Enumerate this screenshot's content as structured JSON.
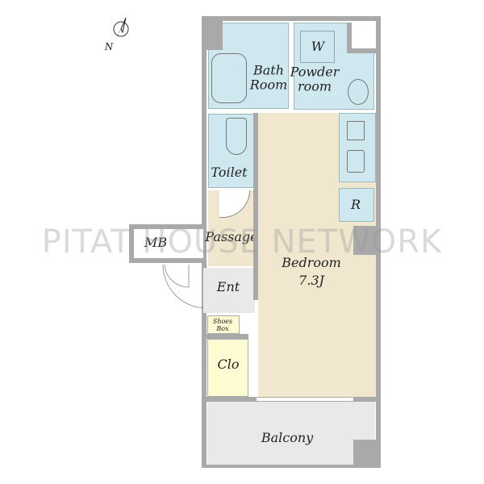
{
  "compass": {
    "label": "N"
  },
  "rooms": {
    "bath": "Bath\nRoom",
    "powder": "Powder\nroom",
    "washer": "W",
    "toilet": "Toilet",
    "passage": "Passage",
    "mb": "MB",
    "bedroom": "Bedroom",
    "bedroom_size": "7.3J",
    "fridge": "R",
    "entrance": "Ent",
    "shoes": "Shoes\nBox",
    "closet": "Clo",
    "balcony": "Balcony"
  },
  "watermark": "PITAT HOUSE NETWORK",
  "colors": {
    "wet": "#cfe7ef",
    "living": "#f1e7cf",
    "storage": "#fcfbd2",
    "exterior": "#e9e9e9",
    "wall": "#a9a9a9"
  }
}
